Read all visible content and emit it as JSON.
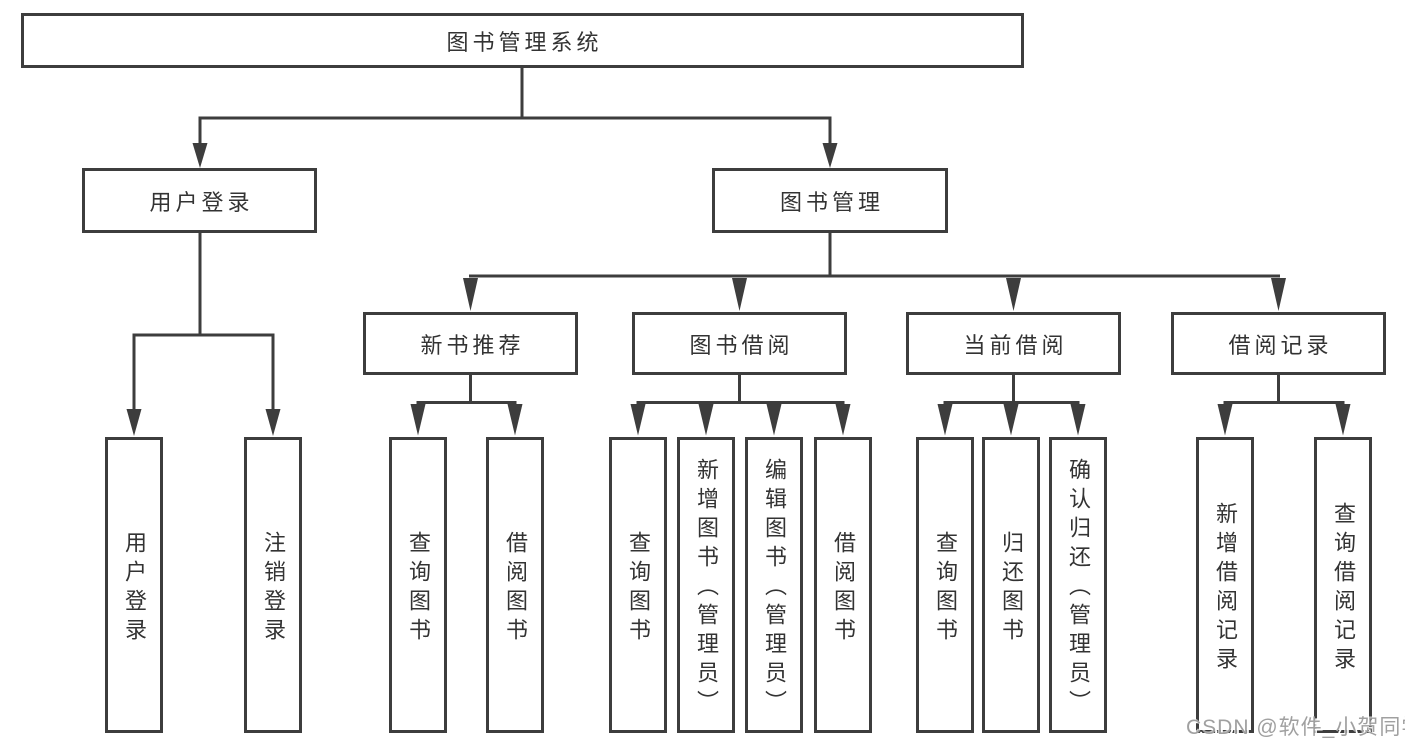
{
  "tree": {
    "label": "图书管理系统",
    "children": [
      {
        "label": "用户登录",
        "children": [
          {
            "label": "用户登录"
          },
          {
            "label": "注销登录"
          }
        ]
      },
      {
        "label": "图书管理",
        "children": [
          {
            "label": "新书推荐",
            "children": [
              {
                "label": "查询图书"
              },
              {
                "label": "借阅图书"
              }
            ]
          },
          {
            "label": "图书借阅",
            "children": [
              {
                "label": "查询图书"
              },
              {
                "label": "新增图书（管理员）"
              },
              {
                "label": "编辑图书（管理员）"
              },
              {
                "label": "借阅图书"
              }
            ]
          },
          {
            "label": "当前借阅",
            "children": [
              {
                "label": "查询图书"
              },
              {
                "label": "归还图书"
              },
              {
                "label": "确认归还（管理员）"
              }
            ]
          },
          {
            "label": "借阅记录",
            "children": [
              {
                "label": "新增借阅记录"
              },
              {
                "label": "查询借阅记录"
              }
            ]
          }
        ]
      }
    ]
  },
  "watermark": {
    "text": "CSDN @软件_小贺同学"
  },
  "colors": {
    "line": "#3d3d3d",
    "text": "#333333",
    "box_background": "#ffffff",
    "watermark": "#a0a0a0",
    "background": "#ffffff"
  }
}
